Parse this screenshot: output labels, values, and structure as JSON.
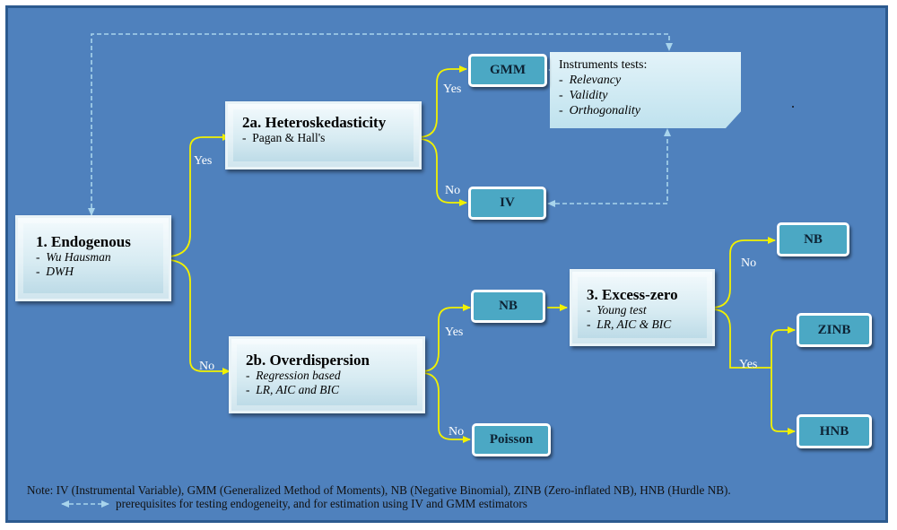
{
  "boxes": {
    "endogenous": {
      "title": "1. Endogenous",
      "items": [
        "Wu Hausman",
        "DWH"
      ]
    },
    "heteroskedasticity": {
      "title": "2a. Heteroskedasticity",
      "items": [
        "Pagan & Hall's"
      ]
    },
    "overdispersion": {
      "title": "2b. Overdispersion",
      "items": [
        "Regression based",
        "LR, AIC and BIC"
      ]
    },
    "excess_zero": {
      "title": "3. Excess-zero",
      "items": [
        "Young test",
        "LR, AIC & BIC"
      ]
    }
  },
  "outcomes": {
    "gmm": "GMM",
    "iv": "IV",
    "nb_mid": "NB",
    "poisson": "Poisson",
    "nb_top": "NB",
    "zinb": "ZINB",
    "hnb": "HNB"
  },
  "instruments": {
    "title": "Instruments tests:",
    "items": [
      "Relevancy",
      "Validity",
      "Orthogonality"
    ]
  },
  "edge_labels": {
    "yes_hetero": "Yes",
    "no_overdisp": "No",
    "yes_gmm": "Yes",
    "no_iv": "No",
    "yes_nb": "Yes",
    "no_poisson": "No",
    "no_nb": "No",
    "yes_zinb_hnb": "Yes"
  },
  "footer": {
    "note": "Note:  IV (Instrumental Variable), GMM (Generalized Method of Moments), NB (Negative Binomial), ZINB (Zero-inflated NB), HNB (Hurdle NB).",
    "legend": "prerequisites for testing endogeneity, and for estimation using IV and GMM estimators"
  },
  "colors": {
    "background": "#4f81bd",
    "connector": "#f2f200",
    "dashed": "#a8d4ec",
    "outcome_fill": "#4ba8c4"
  },
  "icons": {
    "dashed_legend": "dashed-double-arrow-icon"
  }
}
